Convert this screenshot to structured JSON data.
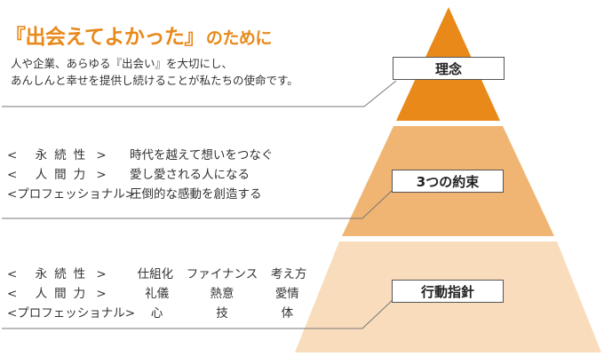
{
  "header": {
    "title": "『出会えてよかった』",
    "title_suffix": "のために",
    "lead_line1": "人や企業、あらゆる『出会い』を大切にし、",
    "lead_line2": "あんしんと幸せを提供し続けることが私たちの使命です。"
  },
  "pyramid": {
    "colors": {
      "top": "#e8891a",
      "middle": "#f0b572",
      "bottom": "#f8dcbc"
    },
    "tiers": [
      {
        "label": "理念"
      },
      {
        "label": "3つの約束"
      },
      {
        "label": "行動指針"
      }
    ]
  },
  "promises": [
    {
      "open": "<",
      "category": "永続性",
      "close": ">",
      "value": "時代を越えて想いをつなぐ"
    },
    {
      "open": "<",
      "category": "人間力",
      "close": ">",
      "value": "愛し愛される人になる"
    },
    {
      "category": "<プロフェッショナル>",
      "value": "圧倒的な感動を創造する"
    }
  ],
  "guidelines": [
    {
      "open": "<",
      "category": "永続性",
      "close": ">",
      "values": [
        "仕組化",
        "ファイナンス",
        "考え方"
      ]
    },
    {
      "open": "<",
      "category": "人間力",
      "close": ">",
      "values": [
        "礼儀",
        "熱意",
        "愛情"
      ]
    },
    {
      "category": "<プロフェッショナル>",
      "values": [
        "心",
        "技",
        "体"
      ]
    }
  ]
}
